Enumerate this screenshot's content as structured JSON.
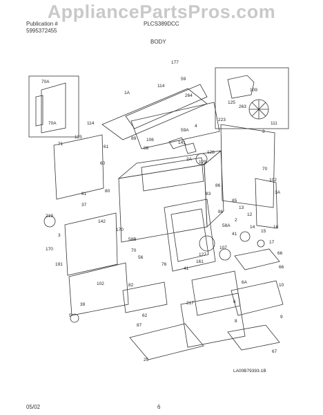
{
  "watermark": "AppliancePartsPros.com",
  "header": {
    "left_line1": "Publication #",
    "left_line2": "5995372455",
    "model": "PLCS389DCC",
    "section": "BODY"
  },
  "diagram_code": "LA00B79393-1B",
  "footer": {
    "date": "05/02",
    "page": "6"
  },
  "labels": [
    "177",
    "59",
    "114",
    "1A",
    "264",
    "109",
    "125",
    "263",
    "111",
    "70A",
    "70A",
    "114",
    "223",
    "4",
    "106",
    "59A",
    "141",
    "3",
    "71",
    "125",
    "61",
    "89",
    "88",
    "2A",
    "128",
    "129",
    "70",
    "102",
    "60",
    "3A",
    "81",
    "80",
    "83",
    "86",
    "85",
    "13",
    "37",
    "86",
    "219",
    "12",
    "14",
    "15",
    "16",
    "17",
    "2",
    "41",
    "142",
    "170",
    "58A",
    "66",
    "3",
    "58B",
    "70",
    "56",
    "76",
    "41",
    "127",
    "161",
    "107",
    "66",
    "170",
    "191",
    "102",
    "82",
    "217",
    "6A",
    "10",
    "39",
    "62",
    "6",
    "9",
    "8",
    "87",
    "5",
    "25",
    "67"
  ]
}
